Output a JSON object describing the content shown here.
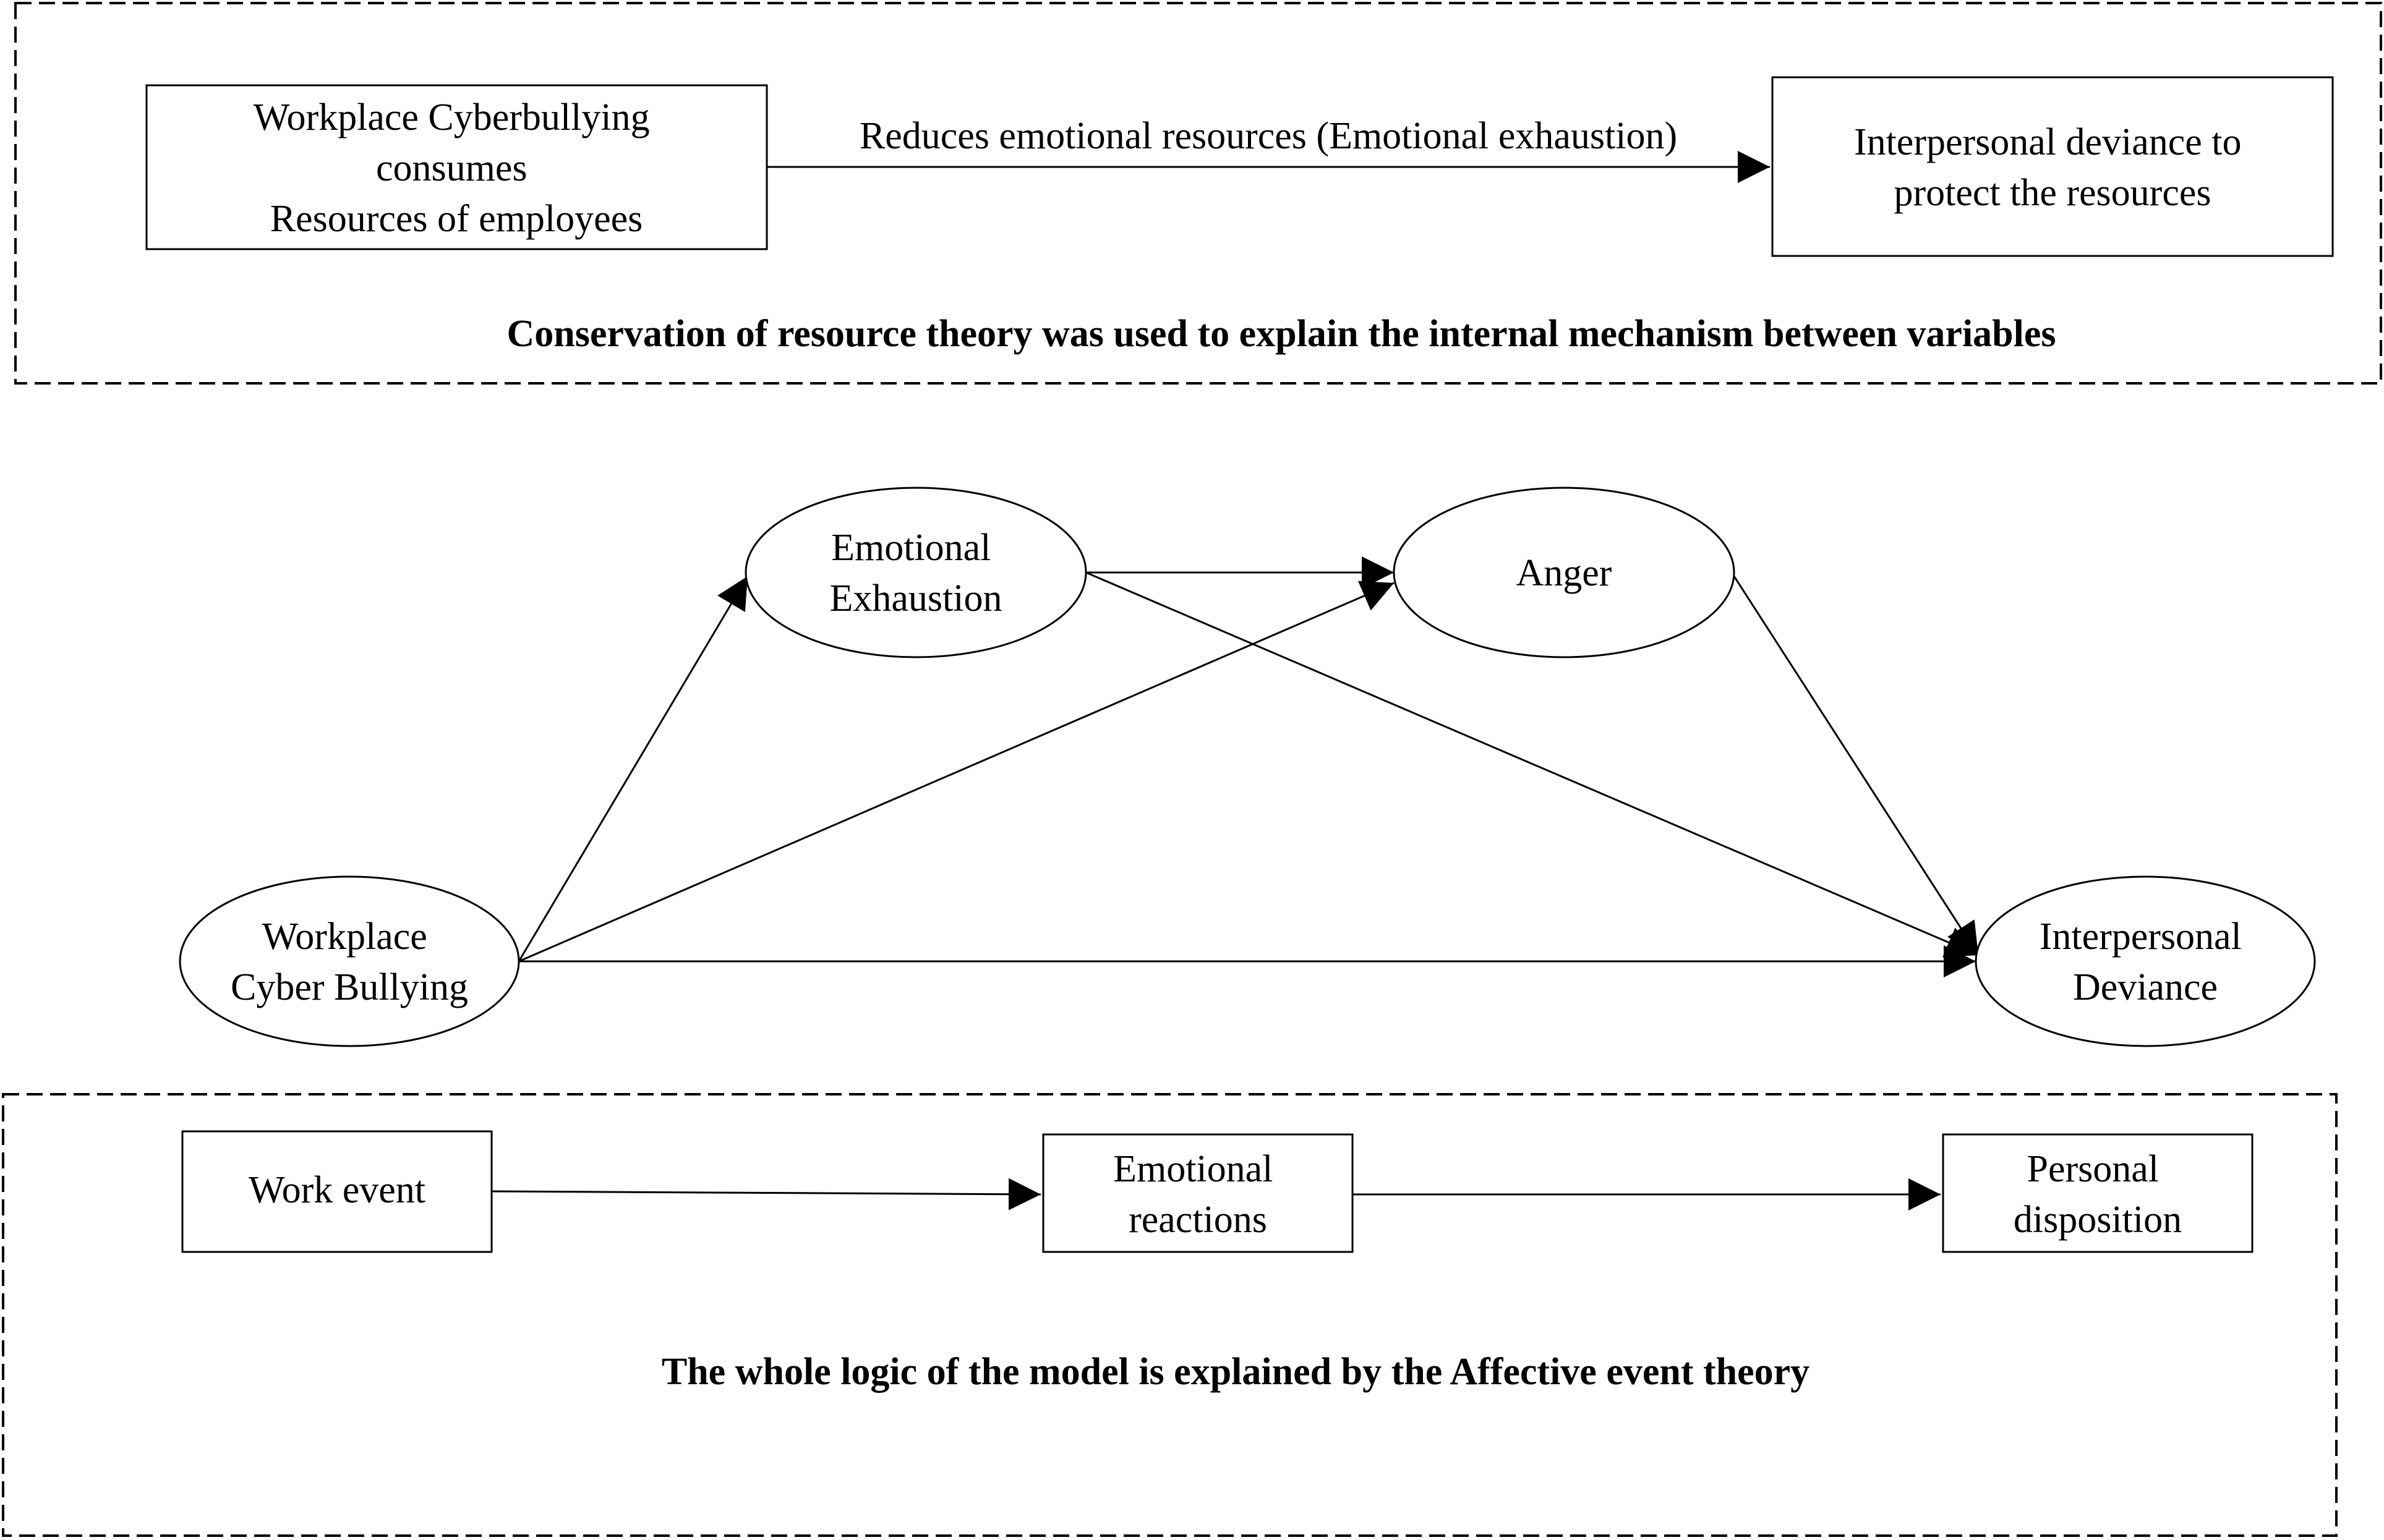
{
  "top_panel": {
    "source_box": {
      "lines": [
        "Workplace Cyberbullying",
        "consumes",
        "Resources of employees"
      ]
    },
    "arrow_label": "Reduces emotional resources (Emotional exhaustion)",
    "target_box": {
      "lines": [
        "Interpersonal deviance to",
        "protect the resources"
      ]
    },
    "caption": "Conservation of resource theory was used to explain the internal mechanism between variables"
  },
  "model": {
    "nodes": {
      "cyberbullying": {
        "lines": [
          "Workplace",
          "Cyber Bullying"
        ]
      },
      "exhaustion": {
        "lines": [
          "Emotional",
          "Exhaustion"
        ]
      },
      "anger": {
        "lines": [
          "Anger"
        ]
      },
      "deviance": {
        "lines": [
          "Interpersonal",
          "Deviance"
        ]
      }
    },
    "edges": [
      {
        "from": "cyberbullying",
        "to": "exhaustion"
      },
      {
        "from": "cyberbullying",
        "to": "anger"
      },
      {
        "from": "cyberbullying",
        "to": "deviance"
      },
      {
        "from": "exhaustion",
        "to": "anger"
      },
      {
        "from": "exhaustion",
        "to": "deviance"
      },
      {
        "from": "anger",
        "to": "deviance"
      }
    ]
  },
  "bottom_panel": {
    "boxes": {
      "work_event": {
        "lines": [
          "Work event"
        ]
      },
      "emotional_reactions": {
        "lines": [
          "Emotional",
          "reactions"
        ]
      },
      "personal_disposition": {
        "lines": [
          "Personal",
          "disposition"
        ]
      }
    },
    "caption": "The whole logic of the model is explained by the Affective event theory"
  }
}
